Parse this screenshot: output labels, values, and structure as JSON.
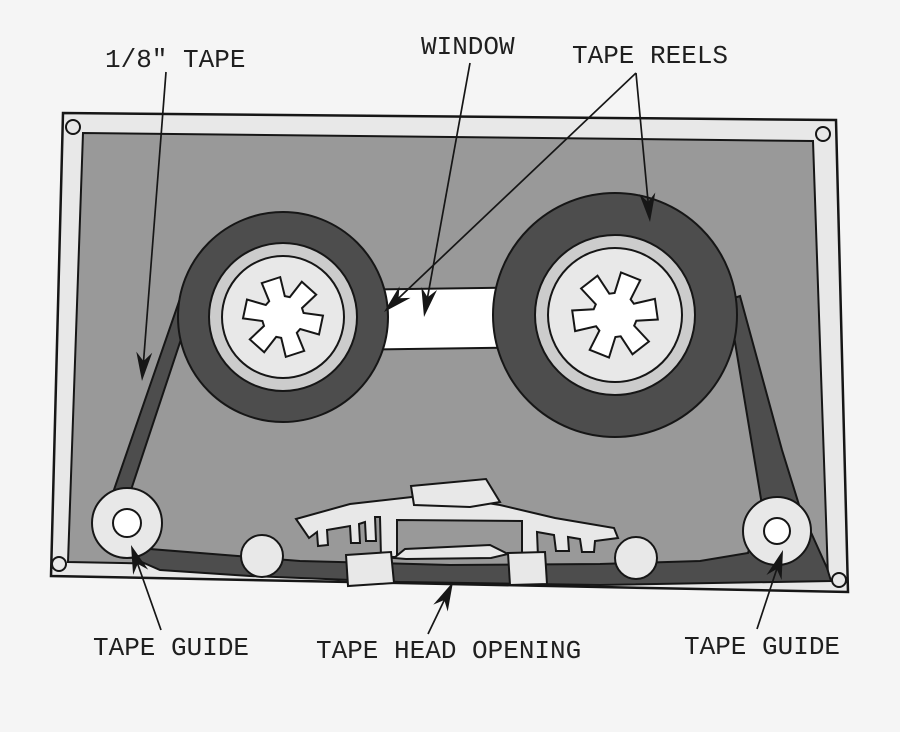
{
  "labels": {
    "tape_width": "1/8\" TAPE",
    "window": "WINDOW",
    "tape_reels": "TAPE REELS",
    "tape_guide_left": "TAPE GUIDE",
    "tape_head_opening": "TAPE HEAD OPENING",
    "tape_guide_right": "TAPE GUIDE"
  },
  "colors": {
    "background": "#f5f5f5",
    "shell": "#e8e8e8",
    "face": "#999999",
    "tape": "#4d4d4d",
    "hub_ring": "#cccccc",
    "hub_disc": "#e8e8e8",
    "white": "#ffffff",
    "ink": "#161616"
  }
}
